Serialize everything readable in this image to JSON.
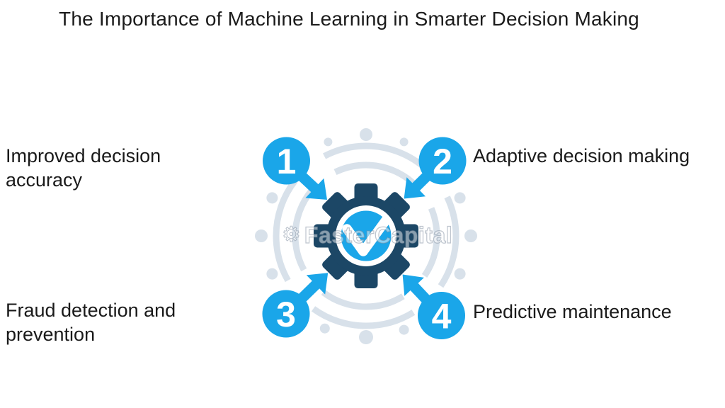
{
  "title": "The Importance of Machine Learning in Smarter Decision Making",
  "watermark": {
    "brand": "FasterCapital",
    "gear_icon": "⚙"
  },
  "diagram": {
    "center_icon": "gear-with-checkmark",
    "items": [
      {
        "number": "1",
        "label": "Improved decision\naccuracy",
        "position": "top-left"
      },
      {
        "number": "2",
        "label": "Adaptive decision making",
        "position": "top-right"
      },
      {
        "number": "3",
        "label": "Fraud detection and\nprevention",
        "position": "bottom-left"
      },
      {
        "number": "4",
        "label": "Predictive maintenance",
        "position": "bottom-right"
      }
    ],
    "colors": {
      "accent_blue": "#1aa6e9",
      "dark_navy": "#1c4766",
      "decoration_gray_blue": "#d8e1ea",
      "text": "#1a1a1a"
    }
  }
}
